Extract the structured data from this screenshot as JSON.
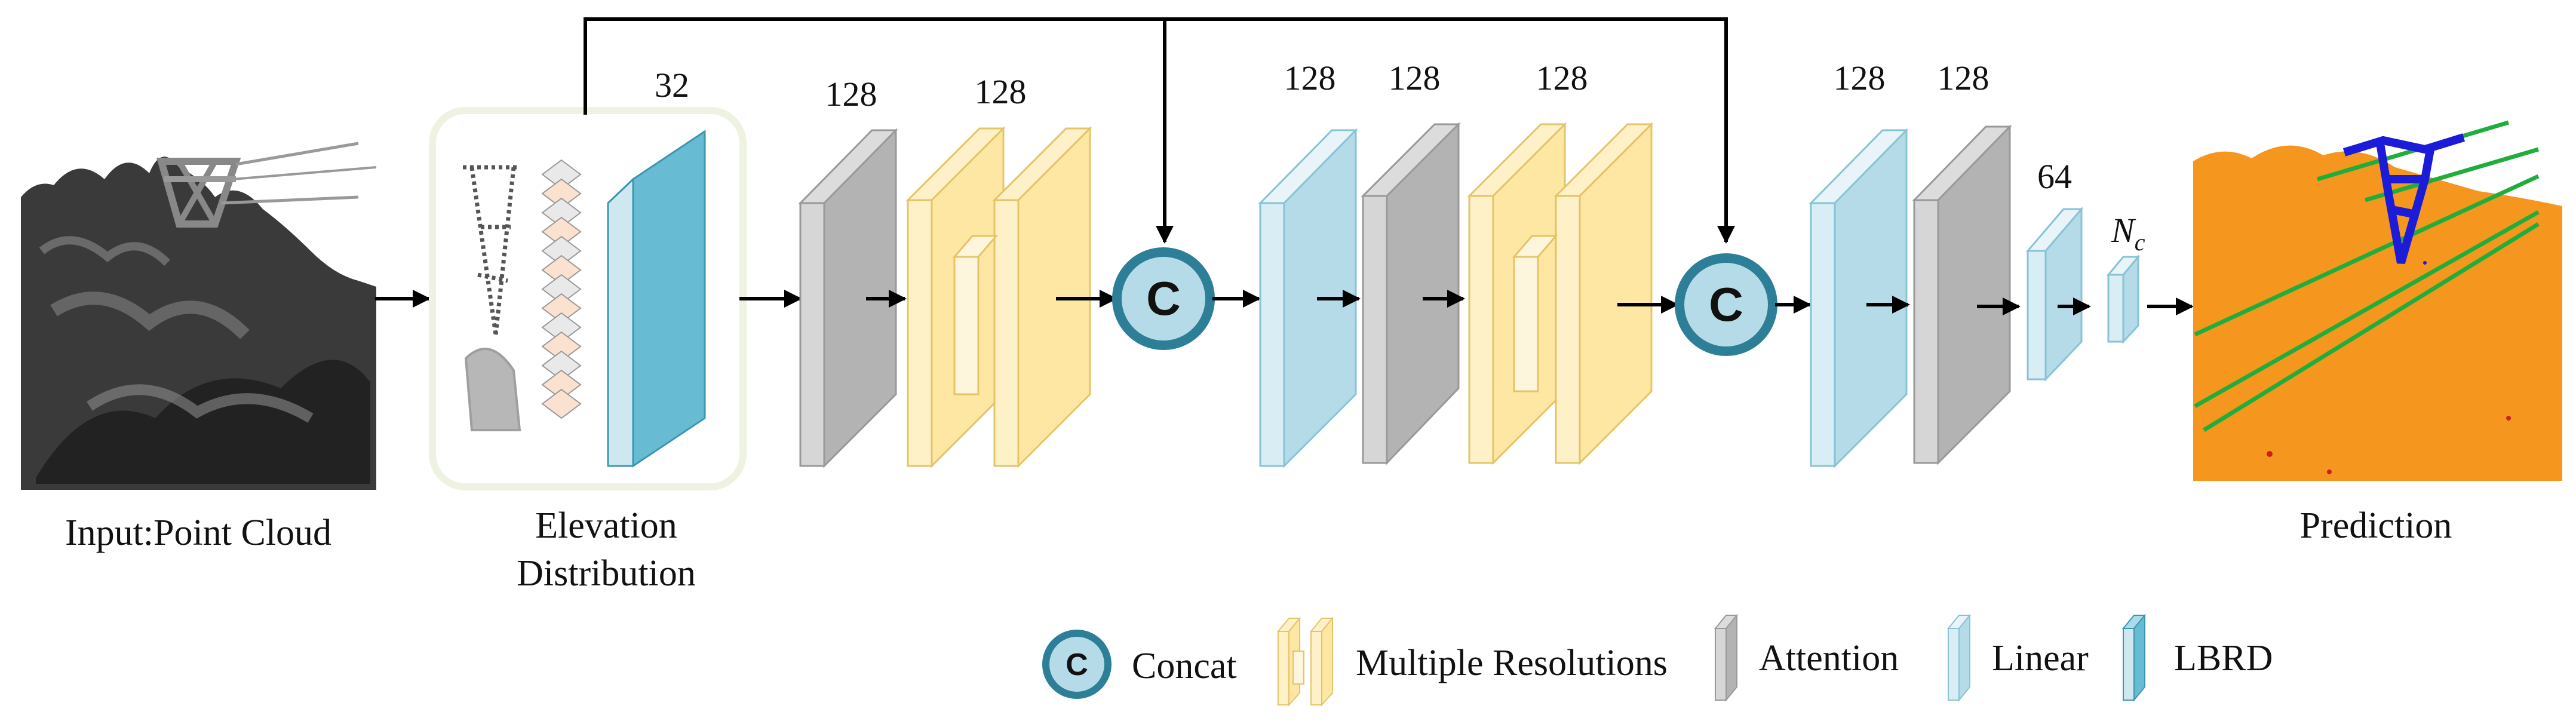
{
  "labels": {
    "input": "Input:Point Cloud",
    "elevation_line1": "Elevation",
    "elevation_line2": "Distribution",
    "prediction": "Prediction",
    "concat_symbol": "C",
    "nc_base": "N",
    "nc_sub": "c"
  },
  "channels": {
    "elev": "32",
    "attn1": "128",
    "multi1": "128",
    "lin2": "128",
    "attn2": "128",
    "multi2": "128",
    "lin3": "128",
    "attn3": "128",
    "lin4": "64"
  },
  "legend": {
    "concat": "Concat",
    "multires": "Multiple Resolutions",
    "attention": "Attention",
    "linear": "Linear",
    "lbrd": "LBRD"
  },
  "colors": {
    "linear": "#cfe8f0",
    "lbrd": "#67bcd3",
    "attention": "#bdbdbd",
    "multires": "#fde7a3",
    "concat_fill": "#b6dbe8",
    "concat_stroke": "#2c7f96",
    "elev_panel": "#eef3e1",
    "pred_orange": "#f5961e",
    "pred_green": "#1fae3c",
    "pred_blue": "#1b1bd8"
  }
}
